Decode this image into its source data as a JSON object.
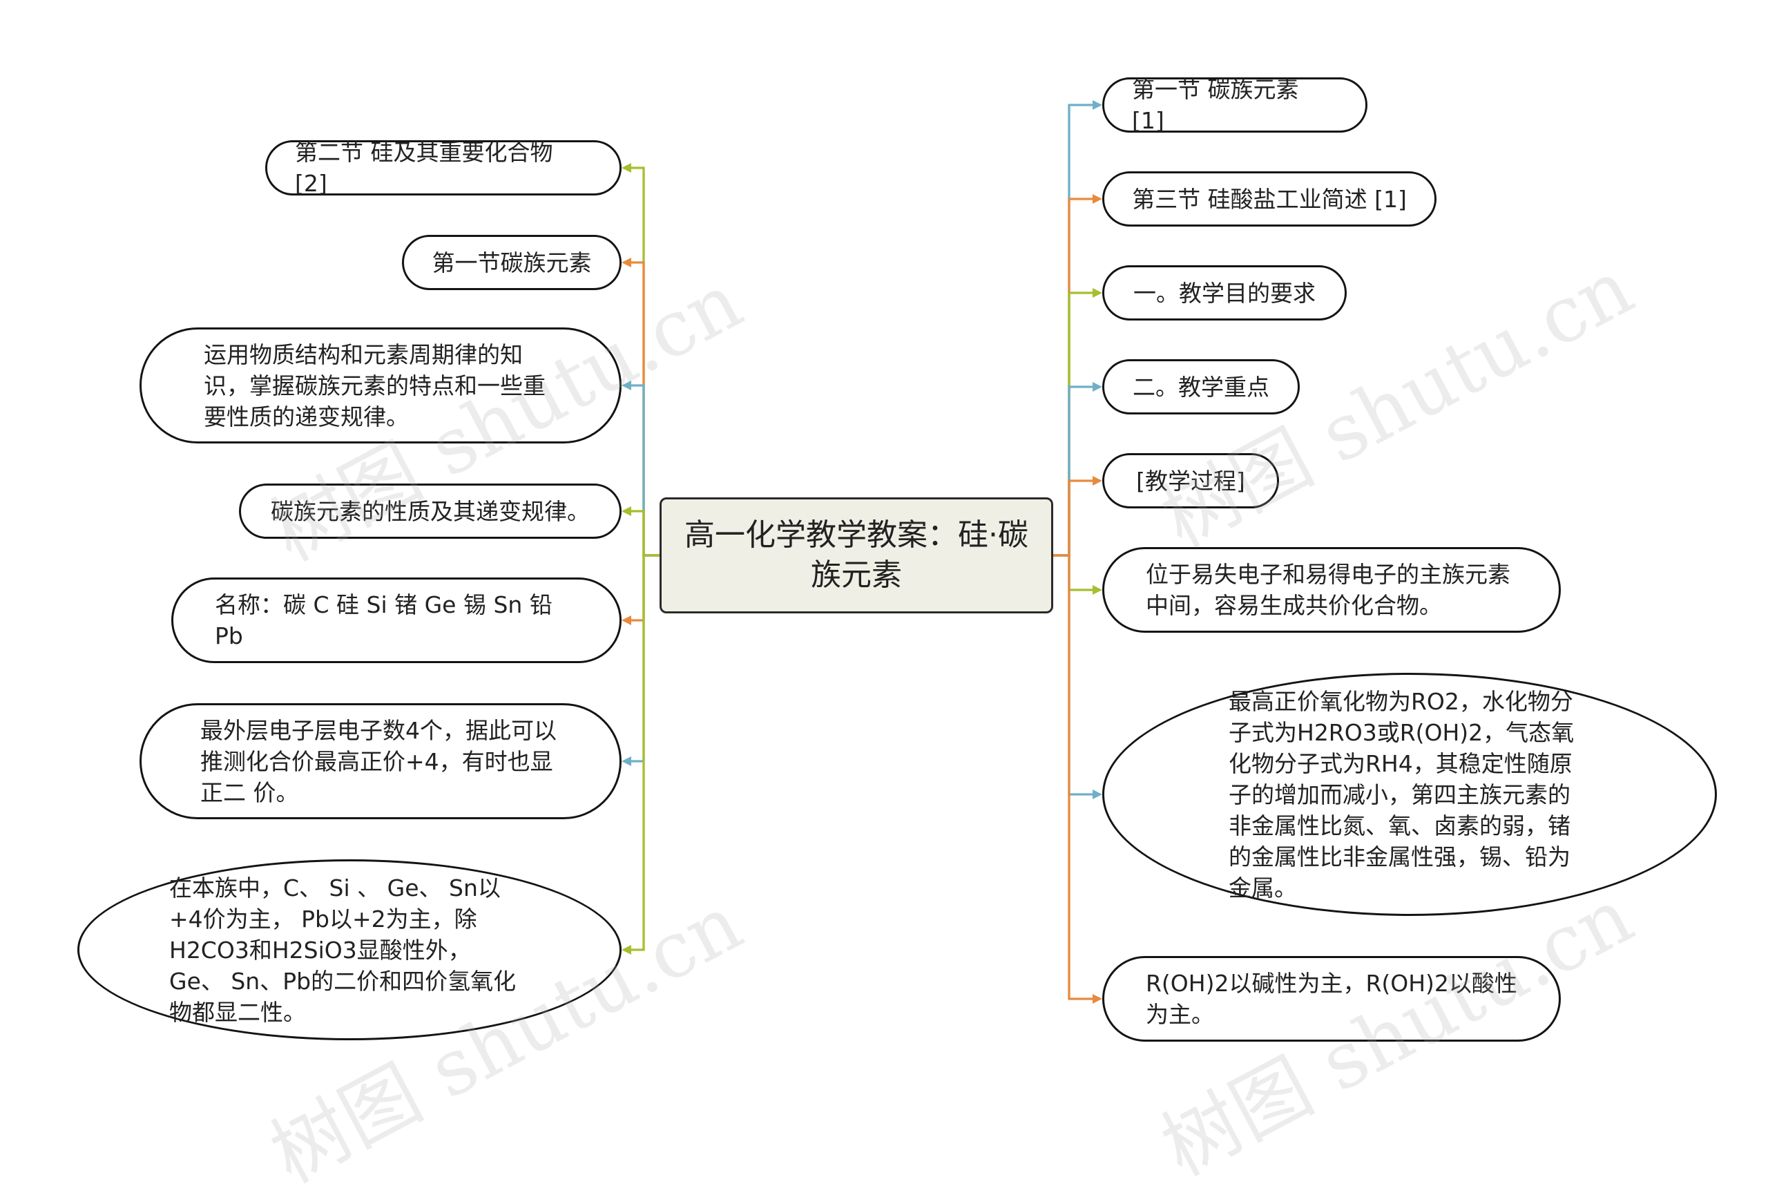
{
  "center": {
    "title": "高一化学教学教案：硅·碳族元素"
  },
  "colors": {
    "blue": "#6fafc8",
    "orange": "#e88a3e",
    "green": "#a7be2e",
    "border": "#141414",
    "center_fill": "#efefe6"
  },
  "left_nodes": [
    {
      "text": "第二节 硅及其重要化合物 [2]",
      "color": "green"
    },
    {
      "text": "第一节碳族元素",
      "color": "orange"
    },
    {
      "text": "运用物质结构和元素周期律的知识，掌握碳族元素的特点和一些重要性质的递变规律。",
      "color": "blue"
    },
    {
      "text": "碳族元素的性质及其递变规律。",
      "color": "green"
    },
    {
      "text": "名称：碳 C 硅 Si 锗 Ge 锡 Sn 铅 Pb",
      "color": "orange"
    },
    {
      "text": "最外层电子层电子数4个，据此可以推测化合价最高正价+4，有时也显正二 价。",
      "color": "blue"
    },
    {
      "text": "在本族中，C、 Si 、 Ge、 Sn以+4价为主， Pb以+2为主，除H2CO3和H2SiO3显酸性外， Ge、 Sn、Pb的二价和四价氢氧化物都显二性。",
      "color": "green"
    }
  ],
  "right_nodes": [
    {
      "text": "第一节 碳族元素 [1]",
      "color": "blue"
    },
    {
      "text": "第三节 硅酸盐工业简述 [1]",
      "color": "orange"
    },
    {
      "text": "一。教学目的要求",
      "color": "green"
    },
    {
      "text": "二。教学重点",
      "color": "blue"
    },
    {
      "text": "[教学过程]",
      "color": "orange"
    },
    {
      "text": "位于易失电子和易得电子的主族元素中间，容易生成共价化合物。",
      "color": "green"
    },
    {
      "text": "最高正价氧化物为RO2，水化物分子式为H2RO3或R(OH)2，气态氧化物分子式为RH4，其稳定性随原子的增加而减小，第四主族元素的非金属性比氮、氧、卤素的弱，锗的金属性比非金属性强，锡、铅为金属。",
      "color": "blue"
    },
    {
      "text": "R(OH)2以碱性为主，R(OH)2以酸性为主。",
      "color": "orange"
    }
  ]
}
